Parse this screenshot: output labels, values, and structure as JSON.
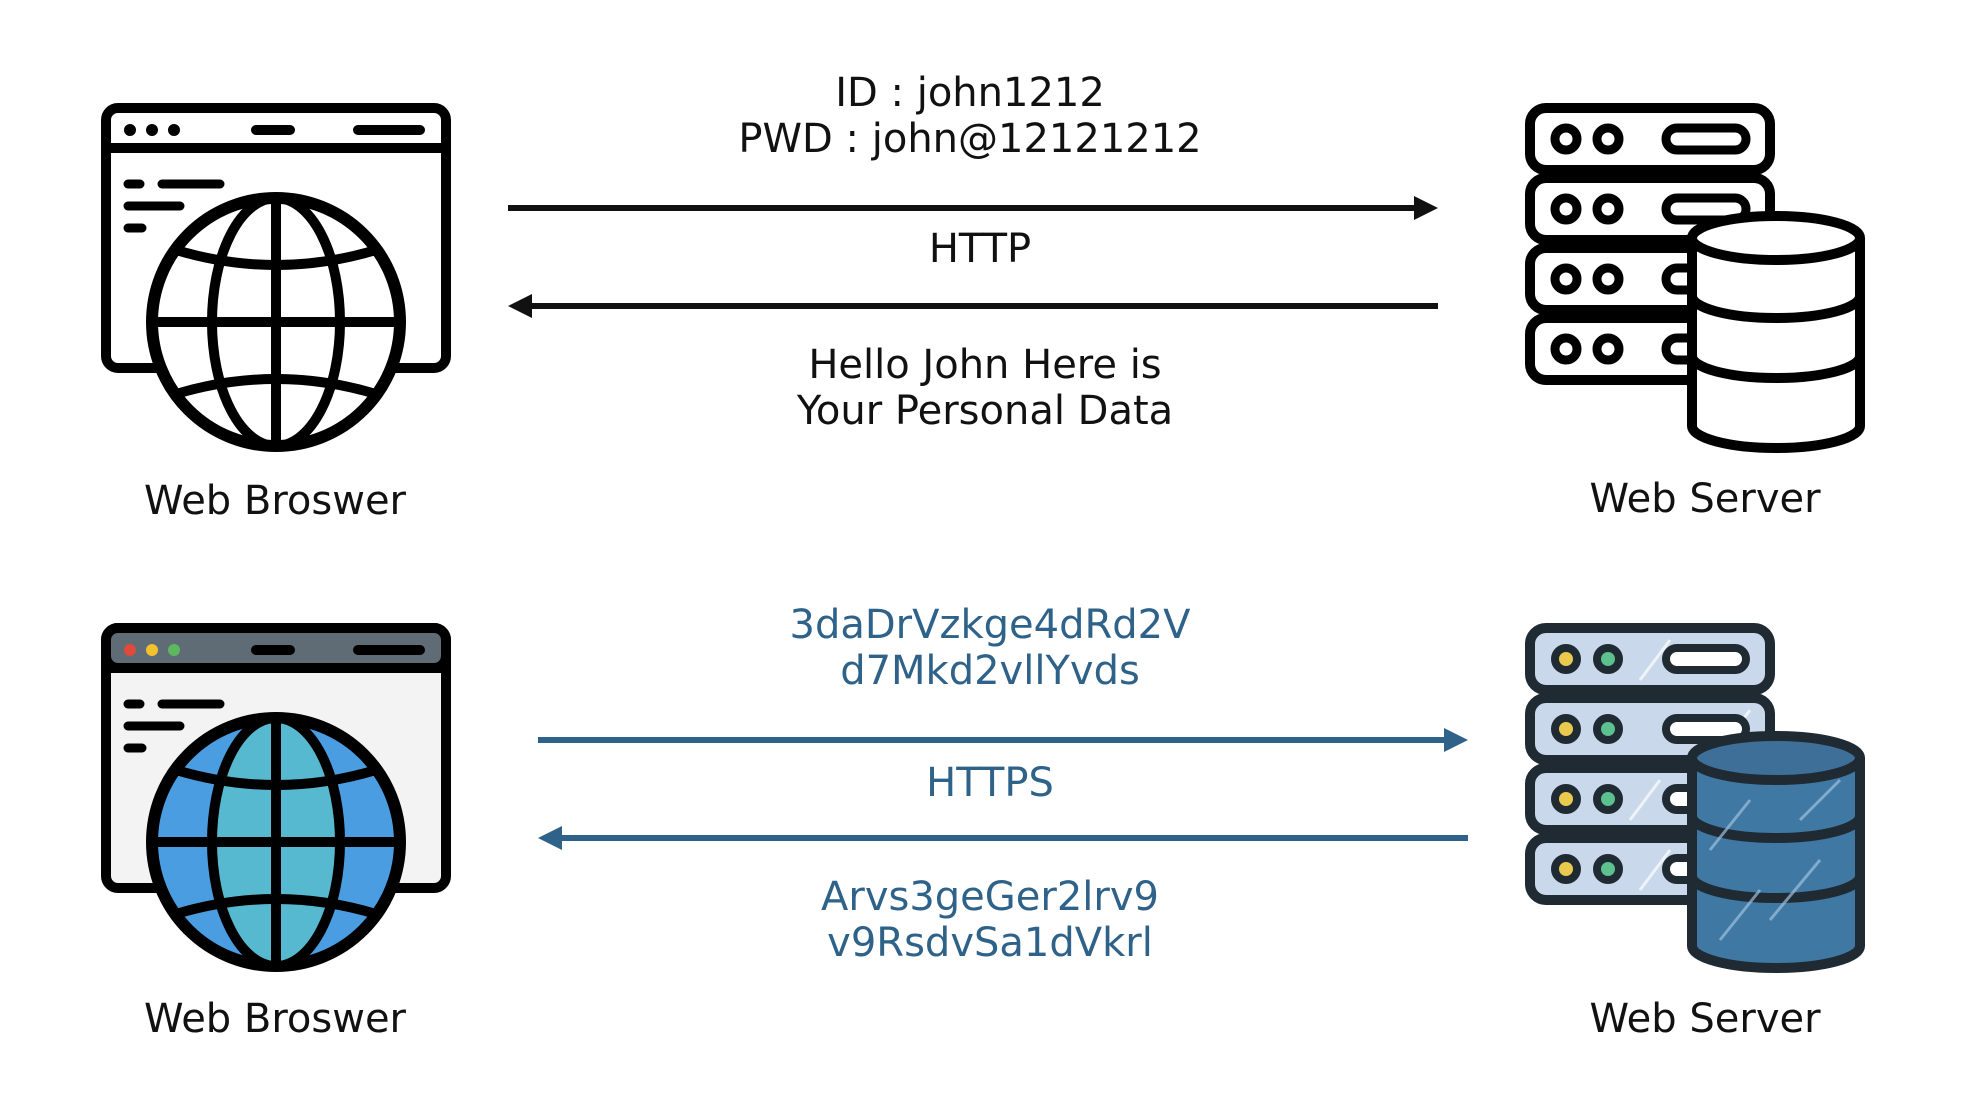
{
  "colors": {
    "http": "#111111",
    "https": "#2f6289"
  },
  "http_section": {
    "browser_label": "Web Broswer",
    "server_label": "Web Server",
    "request_line1": "ID : john1212",
    "request_line2": "PWD : john@12121212",
    "protocol": "HTTP",
    "response_line1": "Hello John Here is",
    "response_line2": "Your Personal Data"
  },
  "https_section": {
    "browser_label": "Web Broswer",
    "server_label": "Web Server",
    "request_line1": "3daDrVzkge4dRd2V",
    "request_line2": "d7Mkd2vllYvds",
    "protocol": "HTTPS",
    "response_line1": "Arvs3geGer2lrv9",
    "response_line2": "v9RsdvSa1dVkrl"
  },
  "icons": {
    "browser_http": "globe-browser-icon",
    "server_http": "server-database-icon",
    "browser_https": "globe-browser-color-icon",
    "server_https": "server-database-color-icon"
  }
}
